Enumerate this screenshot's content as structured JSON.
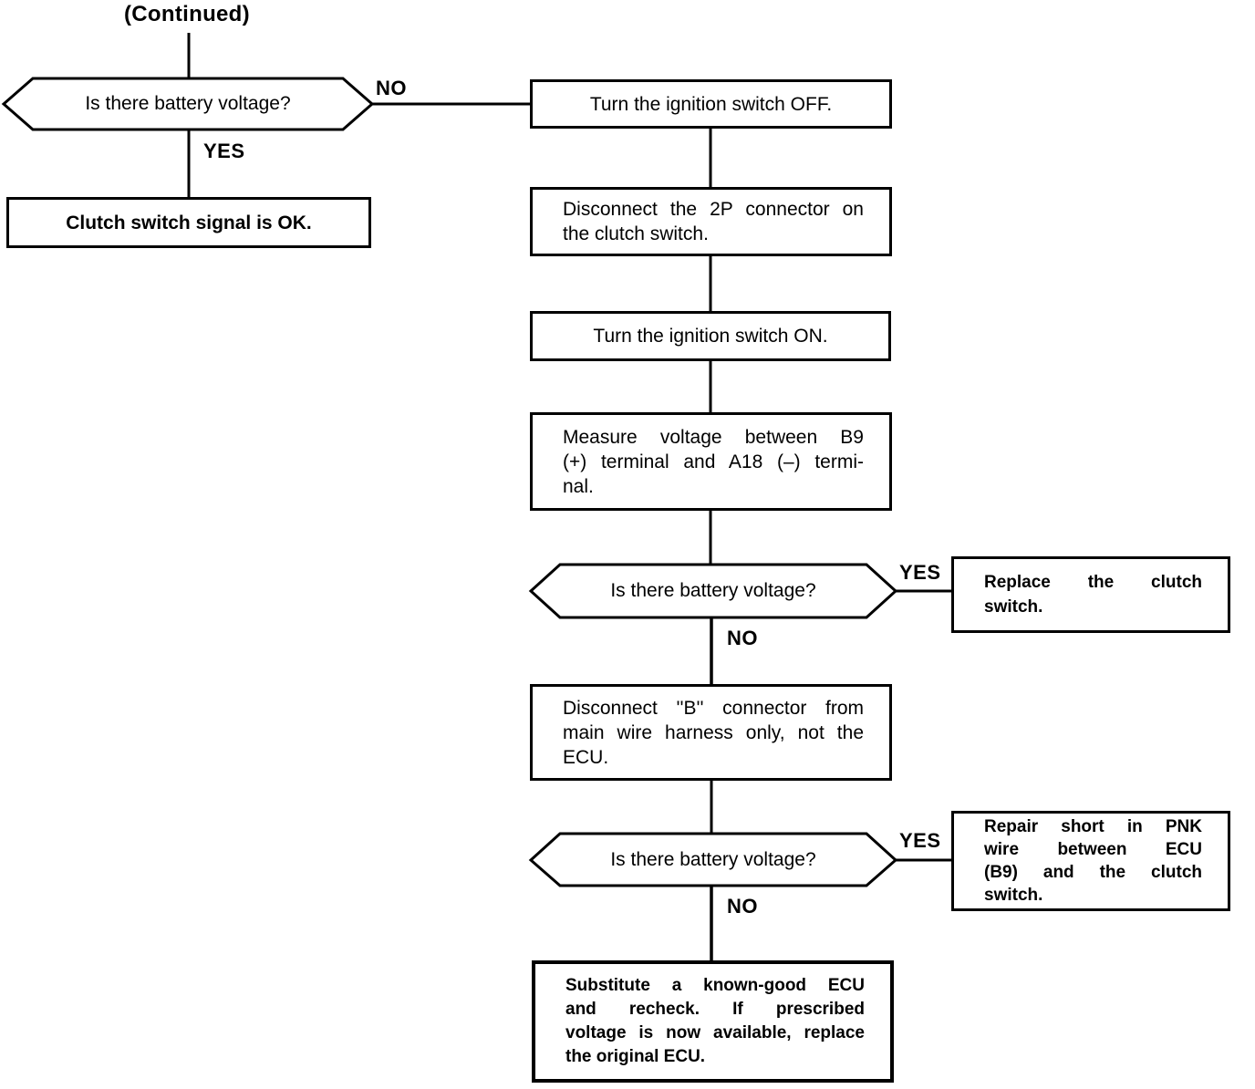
{
  "page": {
    "title": "(Continued)"
  },
  "labels": {
    "yes": "YES",
    "no": "NO"
  },
  "colors": {
    "ink": "#000000",
    "background": "#ffffff"
  },
  "nodes": {
    "decision_top": {
      "text": "Is there battery voltage?"
    },
    "clutch_ok": {
      "lines": [
        "Clutch switch signal is OK."
      ]
    },
    "turn_off": {
      "lines": [
        "Turn the ignition switch OFF."
      ]
    },
    "disconnect_2p": {
      "lines": [
        "Disconnect the 2P connector on",
        "the clutch switch."
      ]
    },
    "turn_on": {
      "lines": [
        "Turn the ignition switch ON."
      ]
    },
    "measure_voltage": {
      "lines": [
        "Measure voltage between B9",
        "(+) terminal and A18 (–) termi-",
        "nal."
      ]
    },
    "decision_mid": {
      "text": "Is there battery voltage?"
    },
    "replace_switch": {
      "lines": [
        "Replace the clutch",
        "switch."
      ]
    },
    "disconnect_b": {
      "lines": [
        "Disconnect ''B'' connector from",
        "main wire harness only, not the",
        "ECU."
      ]
    },
    "decision_bottom": {
      "text": "Is there battery voltage?"
    },
    "repair_short": {
      "lines": [
        "Repair short in PNK",
        "wire between ECU",
        "(B9) and the clutch",
        "switch."
      ]
    },
    "substitute_ecu": {
      "lines": [
        "Substitute a known-good ECU",
        "and recheck. If prescribed",
        "voltage is now available, replace",
        "the original ECU."
      ]
    }
  }
}
